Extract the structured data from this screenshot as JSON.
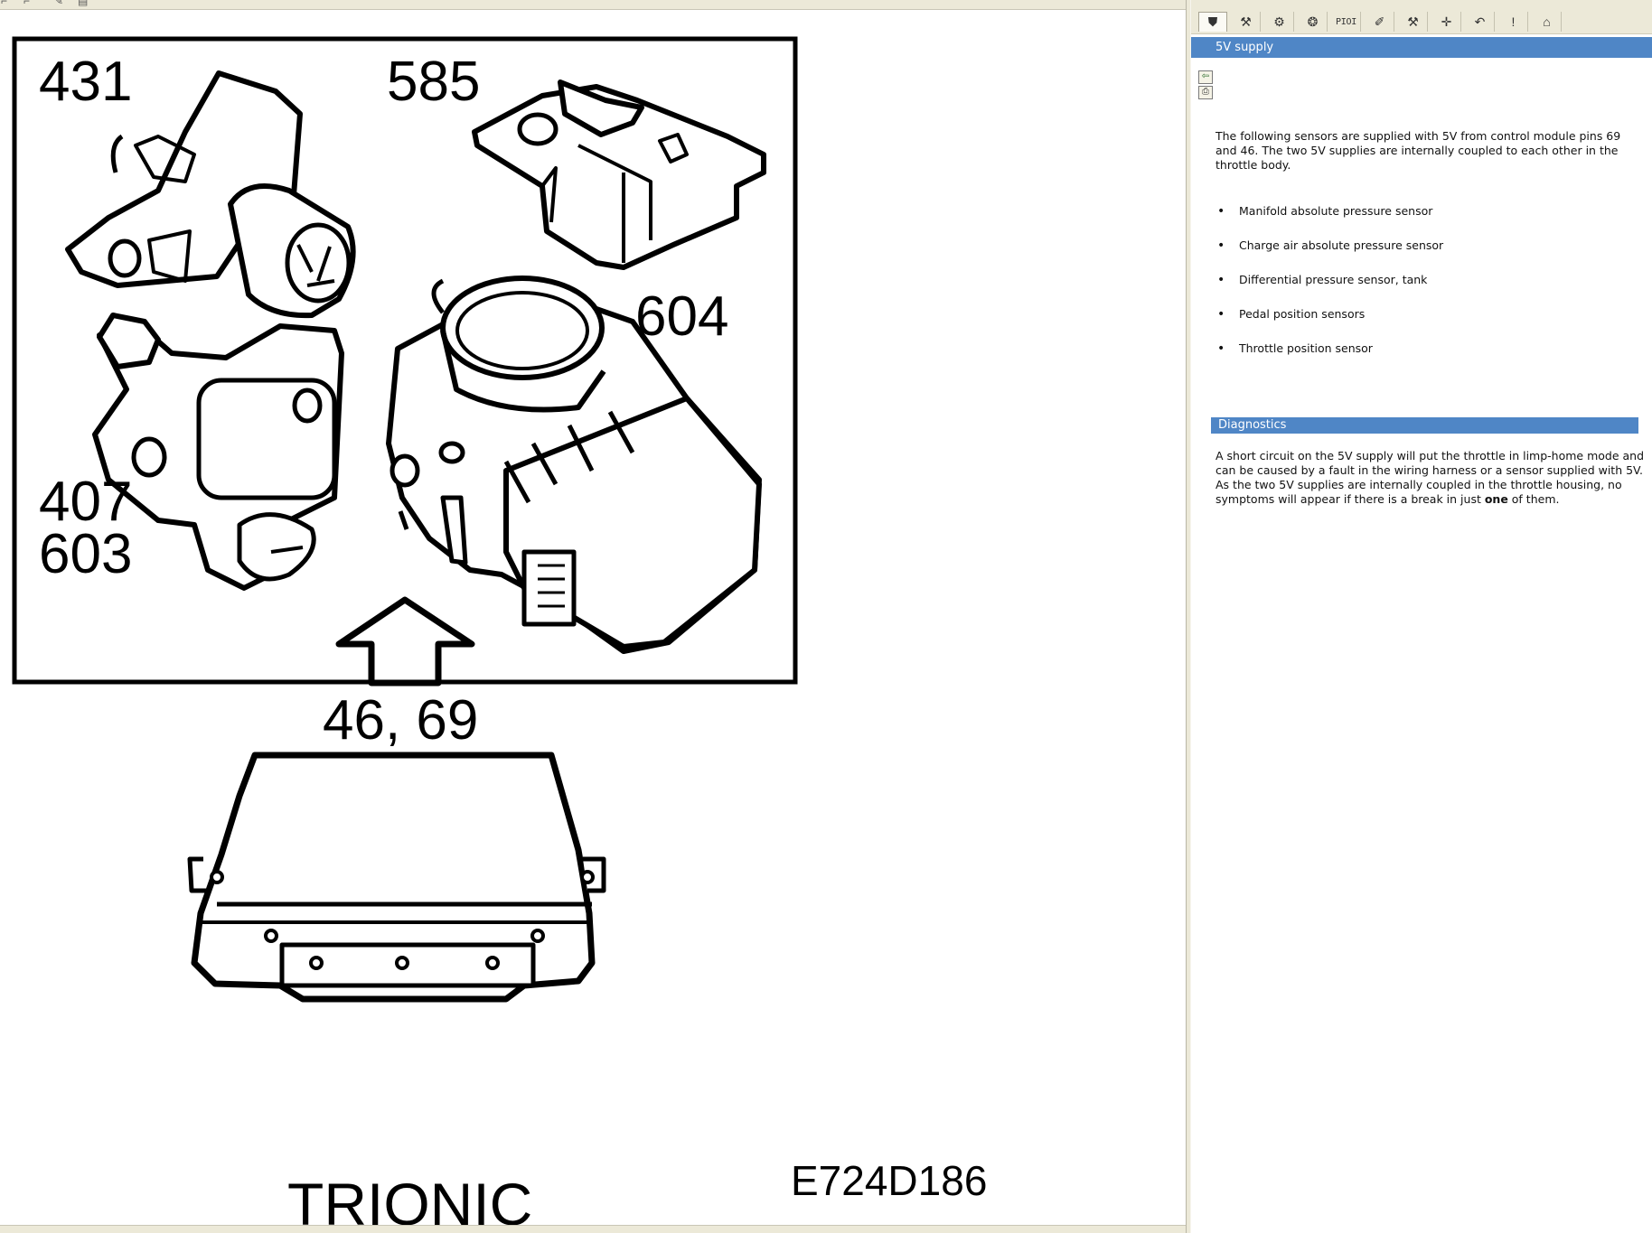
{
  "diagram": {
    "labels": {
      "map_sensor_ids": "431",
      "charge_air_sensor_id": "585",
      "pedal_sensor_ids_line1": "407",
      "pedal_sensor_ids_line2": "603",
      "throttle_body_id": "604",
      "pins": "46, 69",
      "control_module": "TRIONIC",
      "figure_code": "E724D186"
    }
  },
  "text_pane": {
    "toolbar": {
      "buttons": [
        {
          "icon": "cup-icon",
          "glyph": "⛊",
          "active": true
        },
        {
          "icon": "wrench-icon",
          "glyph": "⚒"
        },
        {
          "icon": "gears-icon",
          "glyph": "⚙"
        },
        {
          "icon": "component-icon",
          "glyph": "❂"
        },
        {
          "icon": "pioi-icon",
          "label": "PIOI"
        },
        {
          "icon": "screwdriver-icon",
          "glyph": "✐"
        },
        {
          "icon": "tools-icon",
          "glyph": "⚒"
        },
        {
          "icon": "move-icon",
          "glyph": "✛"
        },
        {
          "icon": "exchange-icon",
          "glyph": "↶"
        },
        {
          "icon": "warning-board-icon",
          "glyph": "!"
        },
        {
          "icon": "tshirt-icon",
          "glyph": "⌂"
        }
      ]
    },
    "title": "5V supply",
    "intro": "The following sensors are supplied with 5V from control module pins 69 and 46. The two 5V supplies are internally coupled to each other in the throttle body.",
    "sensors": [
      "Manifold absolute pressure sensor",
      "Charge air absolute pressure sensor",
      "Differential pressure sensor, tank",
      "Pedal position sensors",
      "Throttle position sensor"
    ],
    "bullet": "•",
    "diagnostics_header": "Diagnostics",
    "diagnostics_text_before": "A short circuit on the 5V supply will put the throttle in limp-home mode and can be caused by a fault in the wiring harness or a sensor supplied with 5V. As the two 5V supplies are internally coupled in the throttle housing, no symptoms will appear if there is a break in just ",
    "diagnostics_text_bold": "one",
    "diagnostics_text_after": " of them.",
    "colors": {
      "header_blue": "#4f86c6",
      "chrome": "#ece9d8"
    }
  }
}
